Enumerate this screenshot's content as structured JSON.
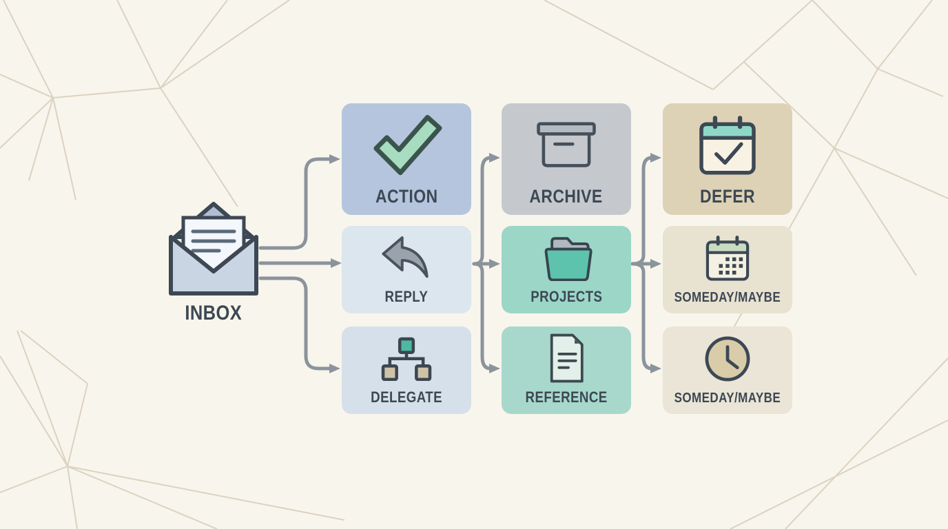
{
  "diagram": {
    "source": {
      "label": "INBOX",
      "icon": "open-envelope-icon"
    },
    "columns": [
      {
        "id": "stage-1",
        "nodes": [
          {
            "label": "ACTION",
            "icon": "checkmark-icon",
            "bg": "#b5c5de"
          },
          {
            "label": "REPLY",
            "icon": "reply-arrow-icon",
            "bg": "#dce6ee"
          },
          {
            "label": "DELEGATE",
            "icon": "org-chart-icon",
            "bg": "#d6e0ea"
          }
        ]
      },
      {
        "id": "stage-2",
        "nodes": [
          {
            "label": "ARCHIVE",
            "icon": "archive-box-icon",
            "bg": "#c5c9ce"
          },
          {
            "label": "PROJECTS",
            "icon": "folder-icon",
            "bg": "#9bd6c7"
          },
          {
            "label": "REFERENCE",
            "icon": "document-icon",
            "bg": "#a7d8cb"
          }
        ]
      },
      {
        "id": "stage-3",
        "nodes": [
          {
            "label": "DEFER",
            "icon": "calendar-check-icon",
            "bg": "#ddd2b5"
          },
          {
            "label": "SOMEDAY/MAYBE",
            "icon": "calendar-grid-icon",
            "bg": "#e8e2d1"
          },
          {
            "label": "SOMEDAY/MAYBE",
            "icon": "clock-icon",
            "bg": "#eae5d7"
          }
        ]
      }
    ],
    "flows": [
      [
        "INBOX",
        "ACTION"
      ],
      [
        "INBOX",
        "REPLY"
      ],
      [
        "INBOX",
        "DELEGATE"
      ],
      [
        "REPLY",
        "ARCHIVE"
      ],
      [
        "REPLY",
        "PROJECTS"
      ],
      [
        "REPLY",
        "REFERENCE"
      ],
      [
        "PROJECTS",
        "DEFER"
      ],
      [
        "PROJECTS",
        "SOMEDAY/MAYBE"
      ],
      [
        "PROJECTS",
        "SOMEDAY/MAYBE (clock)"
      ]
    ]
  },
  "palette": {
    "background": "#f8f5ec",
    "mesh_line": "#d8cfbd",
    "arrow": "#8b939c",
    "label_text": "#3d4854"
  }
}
